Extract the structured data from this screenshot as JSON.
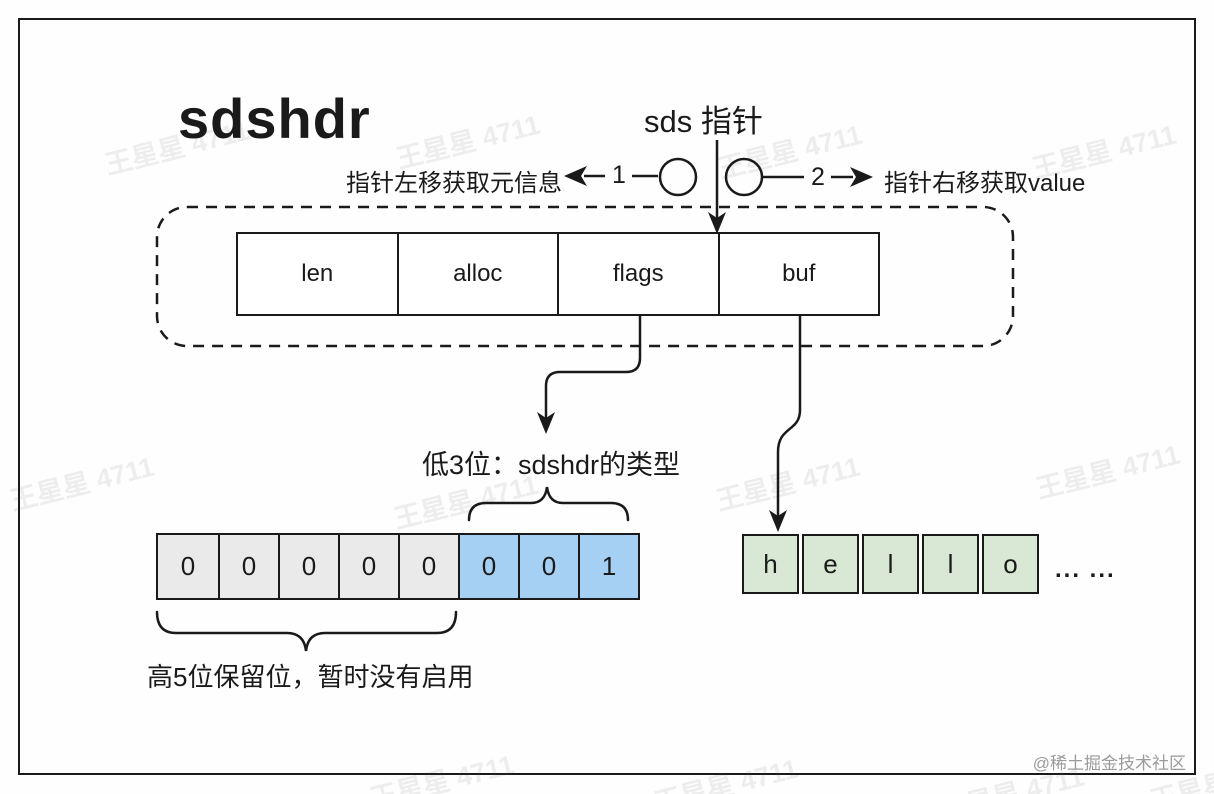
{
  "title": "sdshdr",
  "pointer": {
    "label": "sds 指针",
    "left_step": {
      "num": "1",
      "label": "指针左移获取元信息"
    },
    "right_step": {
      "num": "2",
      "label": "指针右移获取value"
    }
  },
  "struct": {
    "fields": [
      {
        "label": "len"
      },
      {
        "label": "alloc"
      },
      {
        "label": "flags"
      },
      {
        "label": "buf"
      }
    ]
  },
  "flags_detail": {
    "caption": "低3位：sdshdr的类型",
    "bits": [
      "0",
      "0",
      "0",
      "0",
      "0",
      "0",
      "0",
      "1"
    ],
    "reserved_note": "高5位保留位，暂时没有启用"
  },
  "buf_detail": {
    "chars": [
      "h",
      "e",
      "l",
      "l",
      "o"
    ],
    "ellipsis": "... ..."
  },
  "watermark": {
    "text": "王星星 4711"
  },
  "credit": "@稀土掘金技术社区",
  "colors": {
    "line": "#1a1a1a",
    "reserved_bit_fill": "#eaeaea",
    "type_bit_fill": "#a6d0f3",
    "char_cell_fill": "#d9e8d5",
    "credit_text": "#9b9b9b",
    "watermark_text": "rgba(90,90,90,0.10)"
  }
}
